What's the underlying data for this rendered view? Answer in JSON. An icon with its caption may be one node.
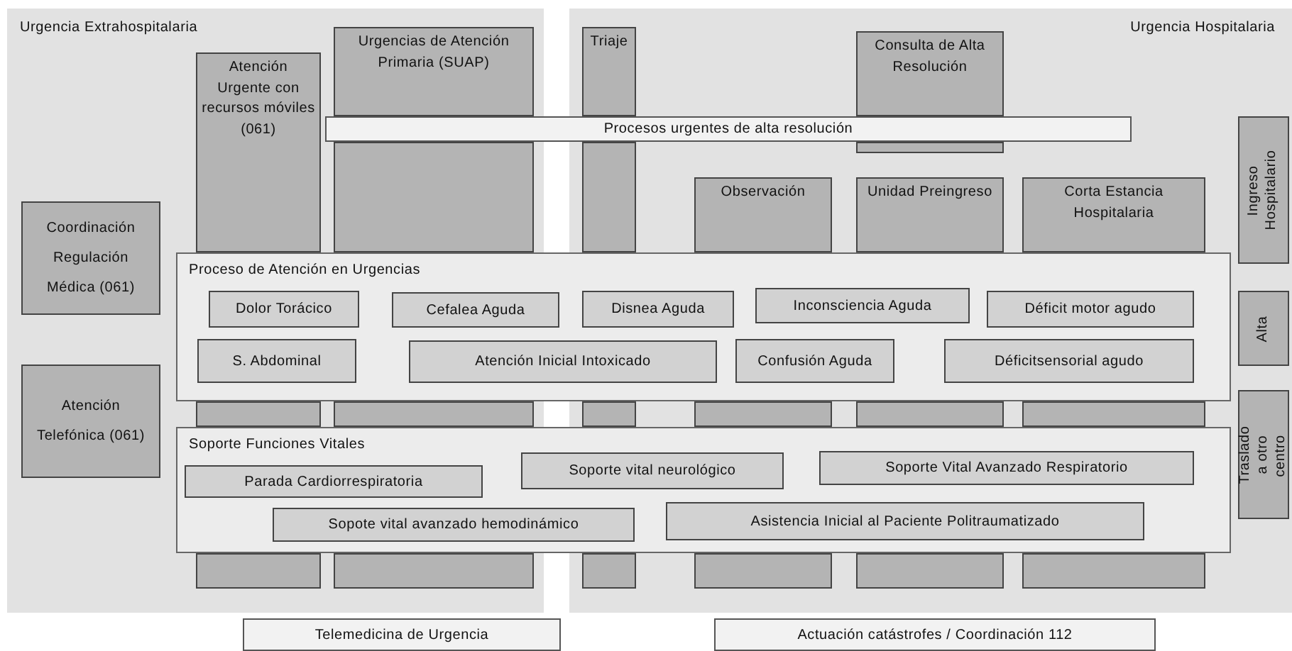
{
  "diagram": {
    "nodes": [
      {
        "text": [
          "Urgencia Extrahospitalaria"
        ]
      },
      {
        "text": [
          "Atención Urgente con recursos móviles (061)"
        ],
        "in": 0
      },
      {
        "text": [
          "Urgencias de Atención Primaria (SUAP)"
        ],
        "in": 0
      },
      {
        "text": [
          "Coordinación Regulación Médica (061)"
        ],
        "in": 0
      },
      {
        "text": [
          "Atención Telefónica (061)"
        ],
        "in": 0
      },
      {
        "text": [
          "Urgencia Hospitalaria"
        ]
      },
      {
        "text": [
          "Triaje"
        ],
        "in": 5
      },
      {
        "text": [
          "Consulta de Alta Resolución"
        ],
        "in": 5
      },
      {
        "text": [
          "Observación"
        ],
        "in": 5
      },
      {
        "text": [
          "Unidad Preingreso"
        ],
        "in": 5
      },
      {
        "text": [
          "Corta Estancia Hospitalaria"
        ],
        "in": 5
      },
      {
        "text": [
          "Ingreso Hospitalario"
        ],
        "in": 5
      },
      {
        "text": [
          "Alta"
        ],
        "in": 5
      },
      {
        "text": [
          "Traslado a otro centro"
        ],
        "in": 5
      },
      {
        "text": [
          "Procesos urgentes de  alta resolución"
        ]
      },
      {
        "text": [
          "Proceso de Atención en  Urgencias"
        ]
      },
      {
        "text": [
          "Dolor Torácico"
        ]
      },
      {
        "text": [
          "Cefalea Aguda"
        ],
        "in": 15
      },
      {
        "text": [
          "Disnea Aguda"
        ]
      },
      {
        "text": [
          "Inconsciencia Aguda"
        ]
      },
      {
        "text": [
          "Déficit motor agudo"
        ]
      },
      {
        "text": [
          "S. Abdominal"
        ]
      },
      {
        "text": [
          "Atención Inicial Intoxicado"
        ],
        "in": 15
      },
      {
        "text": [
          "Confusión Aguda"
        ]
      },
      {
        "text": [
          "Déficitsensorial agudo"
        ]
      },
      {
        "text": [
          "Soporte Funciones Vitales"
        ]
      },
      {
        "text": [
          "Parada Cardiorrespiratoria"
        ]
      },
      {
        "text": [
          "Soporte vital neurológico"
        ],
        "in": 25
      },
      {
        "text": [
          "Soporte Vital Avanzado Respiratorio"
        ]
      },
      {
        "text": [
          "Sopote vital avanzado hemodinámico"
        ],
        "in": 25
      },
      {
        "text": [
          "Asistencia Inicial al Paciente Politraumatizado"
        ]
      },
      {
        "text": [
          "Telemedicina de Urgencia"
        ]
      },
      {
        "text": [
          "Actuación catástrofes / Coordinación 112"
        ]
      },
      {
        "text": [],
        "shape": "box",
        "in": 0
      },
      {
        "text": [],
        "shape": "box",
        "in": 0
      },
      {
        "text": [],
        "shape": "box",
        "in": 0
      },
      {
        "text": [],
        "shape": "box",
        "in": 0
      },
      {
        "text": [],
        "shape": "box",
        "in": 0
      },
      {
        "text": [],
        "shape": "box",
        "in": 5
      },
      {
        "text": [],
        "shape": "box",
        "in": 5
      },
      {
        "text": [],
        "shape": "box",
        "in": 5
      },
      {
        "text": [],
        "shape": "box",
        "in": 5
      },
      {
        "text": [],
        "shape": "box",
        "in": 5
      },
      {
        "text": [],
        "shape": "box",
        "in": 5
      },
      {
        "text": [],
        "shape": "box",
        "in": 5
      },
      {
        "text": [],
        "shape": "box",
        "in": 5
      },
      {
        "text": [],
        "shape": "box",
        "in": 5
      },
      {
        "text": [],
        "shape": "box",
        "in": 5
      }
    ]
  }
}
